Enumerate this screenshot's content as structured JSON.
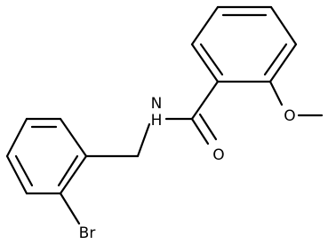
{
  "molecule": {
    "atoms": {
      "nitrogen": "N",
      "hydrogen": "H",
      "carbonyl_oxygen": "O",
      "methoxy_oxygen": "O",
      "bromine": "Br"
    }
  },
  "colors": {
    "bond": "#000000",
    "label": "#000000",
    "background": "#ffffff"
  }
}
